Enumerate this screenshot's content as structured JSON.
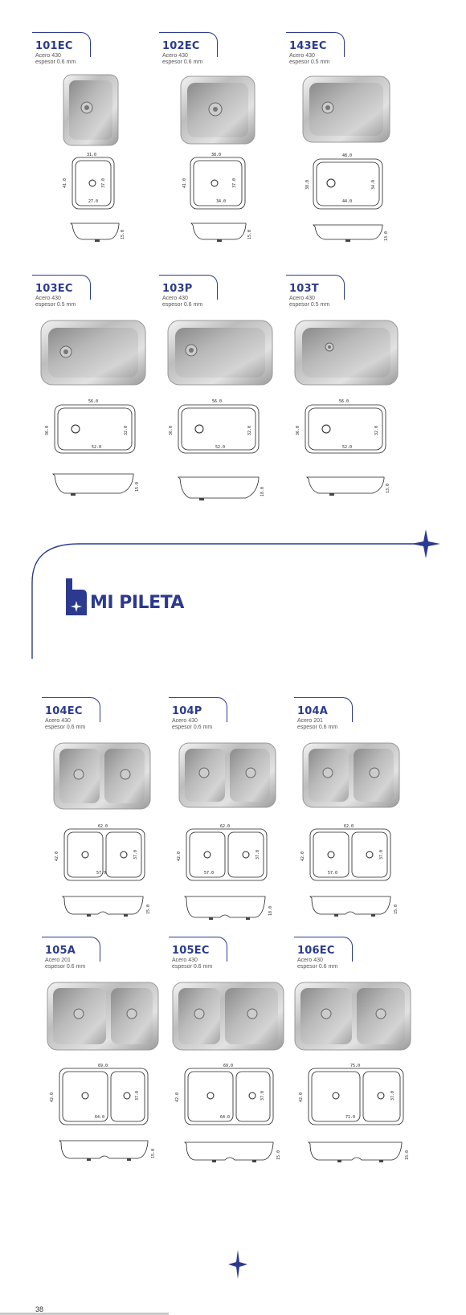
{
  "brand": {
    "name": "MI PILETA",
    "accent": "#2b3a8f"
  },
  "page_number": "38",
  "products": [
    {
      "model": "101EC",
      "material": "Acero 430",
      "thickness": "espesor 0.6 mm",
      "type": "single",
      "dims": {
        "w": "31.0",
        "d": "41.0",
        "iw": "27.0",
        "id": "37.0",
        "h": "15.0"
      }
    },
    {
      "model": "102EC",
      "material": "Acero 430",
      "thickness": "espesor 0.6 mm",
      "type": "single",
      "dims": {
        "w": "38.0",
        "d": "41.0",
        "iw": "34.0",
        "id": "37.0",
        "h": "15.0"
      }
    },
    {
      "model": "143EC",
      "material": "Acero 430",
      "thickness": "espesor 0.5 mm",
      "type": "single",
      "dims": {
        "w": "48.0",
        "d": "38.0",
        "iw": "44.0",
        "id": "34.0",
        "h": "13.0"
      }
    },
    {
      "model": "103EC",
      "material": "Acero 430",
      "thickness": "espesor 0.5 mm",
      "type": "wide",
      "dims": {
        "w": "56.0",
        "d": "36.0",
        "iw": "52.0",
        "id": "32.0",
        "h": "15.0"
      }
    },
    {
      "model": "103P",
      "material": "Acero 430",
      "thickness": "espesor 0.6 mm",
      "type": "wide",
      "dims": {
        "w": "56.0",
        "d": "36.0",
        "iw": "52.0",
        "id": "32.0",
        "h": "18.0"
      }
    },
    {
      "model": "103T",
      "material": "Acero 430",
      "thickness": "espesor 0.5 mm",
      "type": "wide",
      "dims": {
        "w": "56.0",
        "d": "36.0",
        "iw": "52.0",
        "id": "32.0",
        "h": "13.0"
      }
    },
    {
      "model": "104EC",
      "material": "Acero 430",
      "thickness": "espesor 0.6 mm",
      "type": "double",
      "dims": {
        "w": "62.0",
        "d": "42.0",
        "iw": "57.0",
        "id": "37.0",
        "h": "15.0"
      }
    },
    {
      "model": "104P",
      "material": "Acero 430",
      "thickness": "espesor 0.6 mm",
      "type": "double",
      "dims": {
        "w": "62.0",
        "d": "42.0",
        "iw": "57.0",
        "id": "37.0",
        "h": "18.0"
      }
    },
    {
      "model": "104A",
      "material": "Acero 201",
      "thickness": "espesor 0.6 mm",
      "type": "double",
      "dims": {
        "w": "62.0",
        "d": "42.0",
        "iw": "57.0",
        "id": "37.0",
        "h": "15.0"
      }
    },
    {
      "model": "105A",
      "material": "Acero 201",
      "thickness": "espesor 0.6 mm",
      "type": "double",
      "dims": {
        "w": "69.0",
        "d": "42.0",
        "iw": "64.0",
        "id": "37.0",
        "h": "15.0"
      }
    },
    {
      "model": "105EC",
      "material": "Acero 430",
      "thickness": "espesor 0.6 mm",
      "type": "double",
      "dims": {
        "w": "69.0",
        "d": "42.0",
        "iw": "64.0",
        "id": "37.0",
        "h": "15.0"
      }
    },
    {
      "model": "106EC",
      "material": "Acero 430",
      "thickness": "espesor 0.6 mm",
      "type": "double",
      "dims": {
        "w": "75.0",
        "d": "42.0",
        "iw": "71.0",
        "id": "37.0",
        "h": "15.0"
      }
    }
  ]
}
